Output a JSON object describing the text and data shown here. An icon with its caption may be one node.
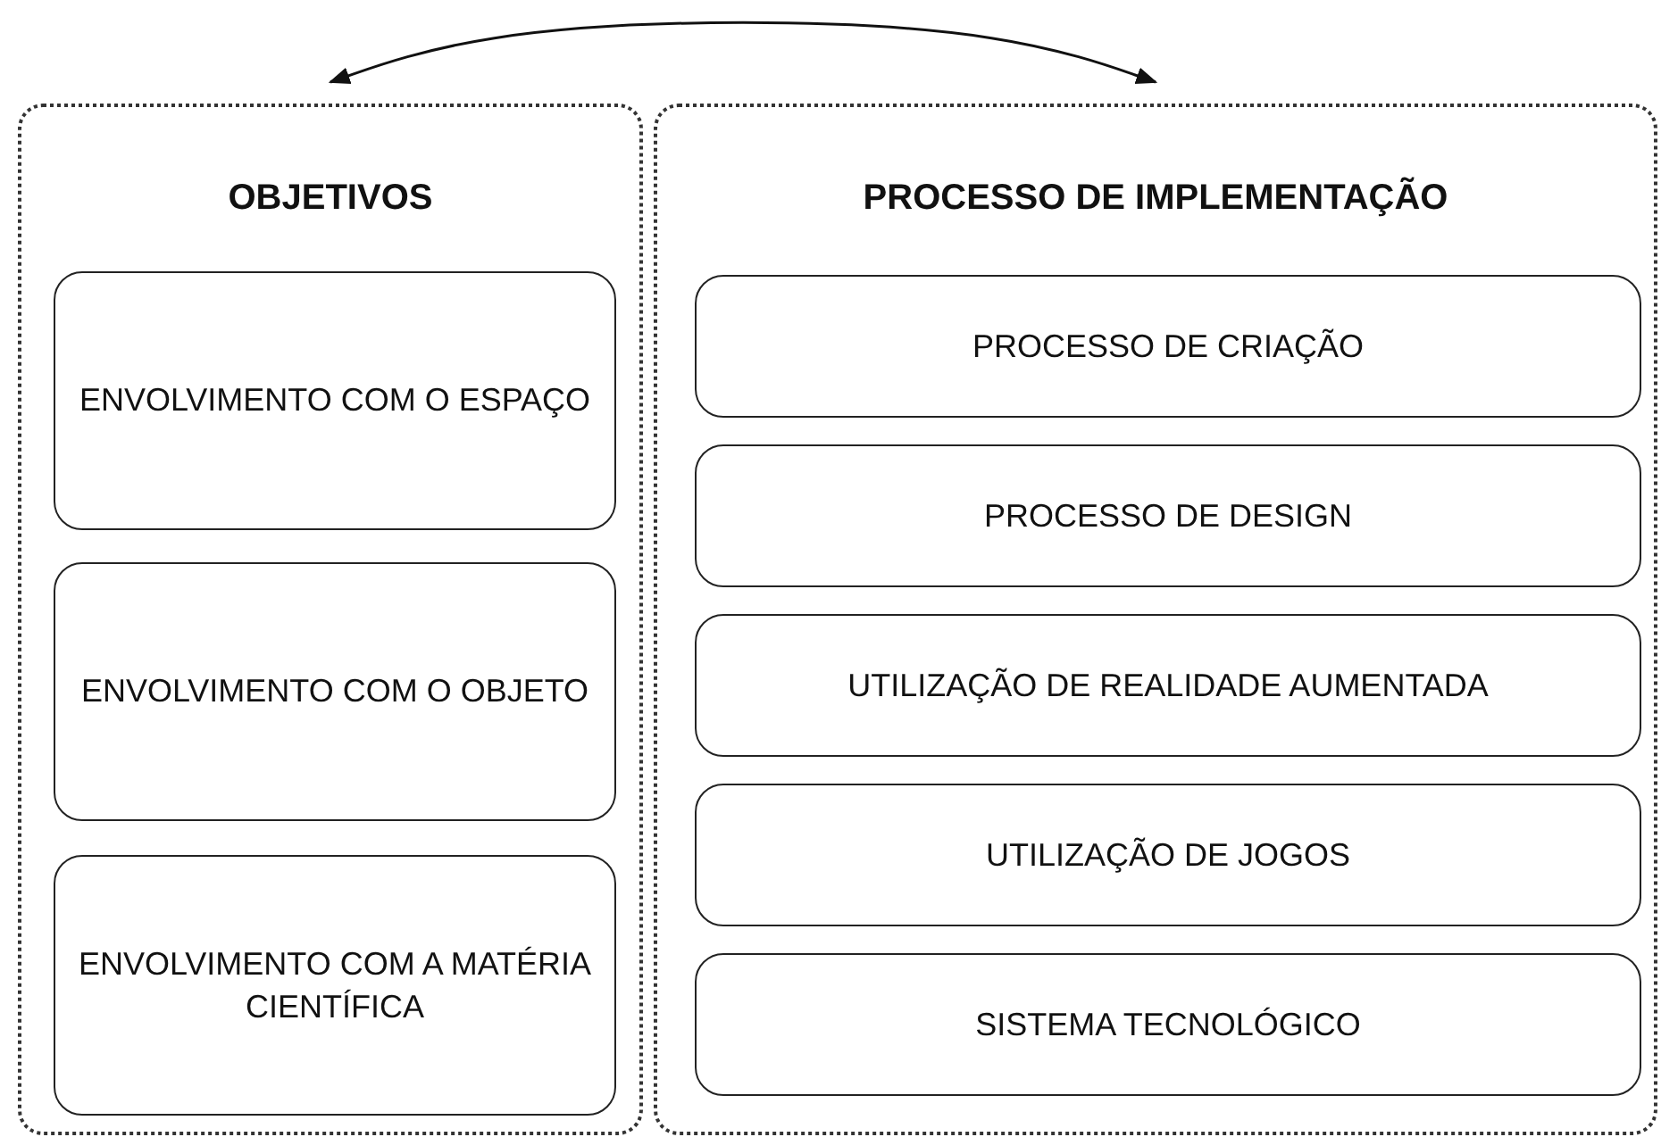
{
  "diagram": {
    "nodes": [
      {
        "text": [
          "OBJETIVOS"
        ]
      },
      {
        "text": [
          "ENVOLVIMENTO COM O ESPAÇO"
        ],
        "in": 0
      },
      {
        "text": [
          "ENVOLVIMENTO COM O OBJETO"
        ],
        "in": 0
      },
      {
        "text": [
          "ENVOLVIMENTO COM A MATÉRIA CIENTÍFICA"
        ],
        "in": 0
      },
      {
        "text": [
          "PROCESSO DE IMPLEMENTAÇÃO"
        ]
      },
      {
        "text": [
          "PROCESSO DE CRIAÇÃO"
        ],
        "in": 4
      },
      {
        "text": [
          "PROCESSO DE DESIGN"
        ],
        "in": 4
      },
      {
        "text": [
          "UTILIZAÇÃO DE REALIDADE AUMENTADA"
        ],
        "in": 4
      },
      {
        "text": [
          "UTILIZAÇÃO DE JOGOS"
        ],
        "in": 4
      },
      {
        "text": [
          "SISTEMA TECNOLÓGICO"
        ],
        "in": 4
      }
    ],
    "edges": [
      {
        "from": 0,
        "to": 4,
        "arrow": "both"
      }
    ]
  }
}
